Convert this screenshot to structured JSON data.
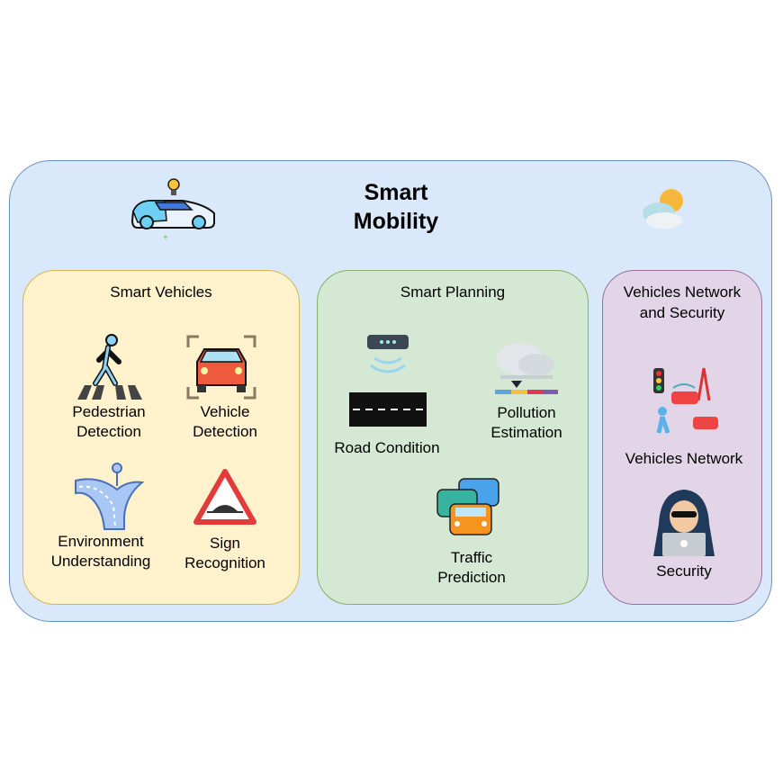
{
  "title": "Smart\nMobility",
  "title_line1": "Smart",
  "title_line2": "Mobility",
  "panels": {
    "vehicles": {
      "title": "Smart Vehicles",
      "items": [
        {
          "l1": "Pedestrian",
          "l2": "Detection"
        },
        {
          "l1": "Vehicle",
          "l2": "Detection"
        },
        {
          "l1": "Environment",
          "l2": "Understanding"
        },
        {
          "l1": "Sign",
          "l2": "Recognition"
        }
      ]
    },
    "planning": {
      "title": "Smart Planning",
      "items": [
        {
          "l1": "Road Condition"
        },
        {
          "l1": "Pollution",
          "l2": "Estimation"
        },
        {
          "l1": "Traffic",
          "l2": "Prediction"
        }
      ]
    },
    "network": {
      "title_l1": "Vehicles Network",
      "title_l2": "and Security",
      "items": [
        {
          "l1": "Vehicles Network"
        },
        {
          "l1": "Security"
        }
      ]
    }
  },
  "colors": {
    "outer": "#dae8fc",
    "yellow": "#fff2cc",
    "green": "#d5e8d4",
    "purple": "#e1d5e7"
  }
}
